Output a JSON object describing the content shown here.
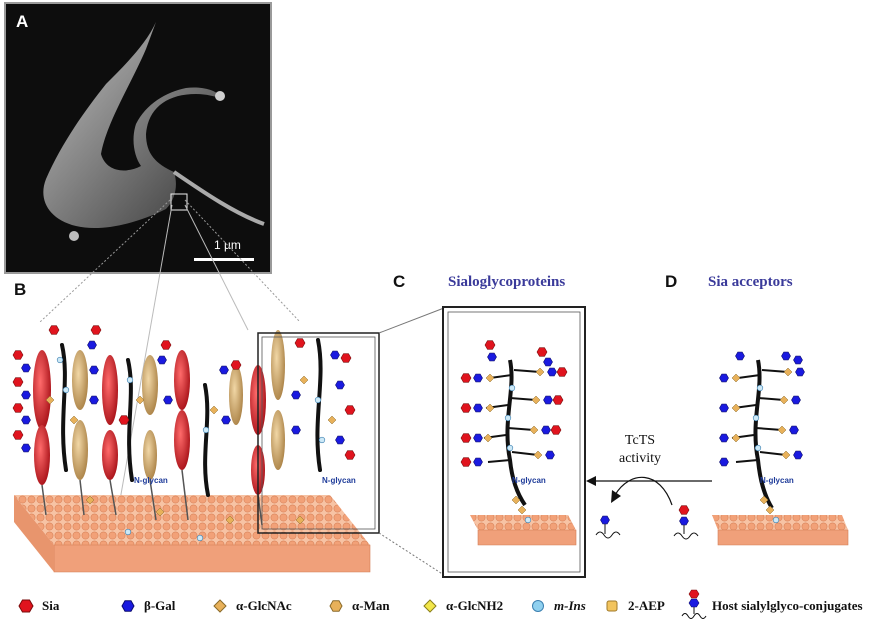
{
  "panel_a": {
    "letter": "A",
    "scale_label": "1 µm"
  },
  "panel_b": {
    "letter": "B",
    "glycan_label": "N-glycan"
  },
  "panel_c": {
    "letter": "C",
    "title": "Sialoglycoproteins",
    "glycan_label": "N-glycan"
  },
  "panel_d": {
    "letter": "D",
    "title": "Sia acceptors",
    "glycan_label": "N-glycan"
  },
  "reaction": {
    "label_line1": "TcTS",
    "label_line2": "activity"
  },
  "legend": [
    {
      "icon": "sia-hexagon-icon",
      "label": "Sia",
      "color": "#e0141e"
    },
    {
      "icon": "beta-gal-hexagon-icon",
      "label": "β-Gal",
      "color": "#1a1ae0"
    },
    {
      "icon": "alpha-glcnac-diamond-icon",
      "label": "α-GlcNAc",
      "color": "#e8b15a"
    },
    {
      "icon": "alpha-man-hexagon-icon",
      "label": "α-Man",
      "color": "#e8b15a"
    },
    {
      "icon": "alpha-glcnh2-diamond-icon",
      "label": "α-GlcNH2",
      "color": "#f2e64a"
    },
    {
      "icon": "m-ins-circle-icon",
      "label": "m-Ins",
      "color": "#8fd0ef"
    },
    {
      "icon": "2-aep-square-icon",
      "label": "2-AEP",
      "color": "#f2c45e"
    },
    {
      "icon": "host-sialylglyco-conjugate-icon",
      "label": "Host sialylglyco-conjugates",
      "color": "#1a1ae0"
    }
  ],
  "colors": {
    "title_blue": "#3a3a9a",
    "membrane": "#f2a178",
    "sia_red": "#e0141e",
    "gal_blue": "#1a1ae0",
    "mucin_tan": "#d7b27a"
  }
}
